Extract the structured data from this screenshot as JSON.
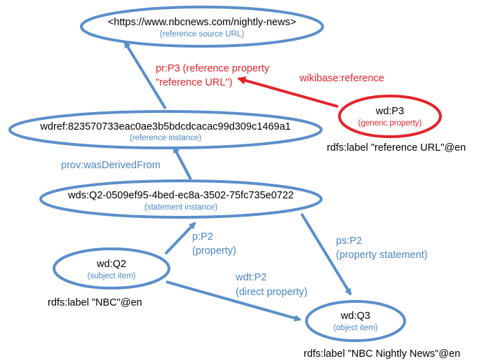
{
  "colors": {
    "blue": "#5b8fc9",
    "red": "#e3242b",
    "text": "#000000"
  },
  "nodes": {
    "ref_url": {
      "label": "<https://www.nbcnews.com/nightly-news>",
      "sub": "(reference source URL)"
    },
    "ref_instance": {
      "label": "wdref:823570733eac0ae3b5bdcdcacac99d309c1469a1",
      "sub": "(reference instance)"
    },
    "statement": {
      "label": "wds:Q2-0509ef95-4bed-ec8a-3502-75fc735e0722",
      "sub": "(statement instance)"
    },
    "subject": {
      "label": "wd:Q2",
      "sub": "(subject item)"
    },
    "object": {
      "label": "wd:Q3",
      "sub": "(object item)"
    },
    "generic_property": {
      "label": "wd:P3",
      "sub": "(generic property)"
    }
  },
  "edges": {
    "pr_p3": {
      "line1": "pr:P3 (reference property",
      "line2": "\"reference URL\")"
    },
    "wikibase_reference": {
      "line1": "wikibase:reference"
    },
    "was_derived_from": {
      "line1": "prov:wasDerivedFrom"
    },
    "p_p2": {
      "line1": "p:P2",
      "line2": "(property)"
    },
    "ps_p2": {
      "line1": "ps:P2",
      "line2": "(property statement)"
    },
    "wdt_p2": {
      "line1": "wdt:P2",
      "line2": "(direct property)"
    }
  },
  "labels": {
    "p3_label": "rdfs:label \"reference URL\"@en",
    "q2_label": "rdfs:label \"NBC\"@en",
    "q3_label": "rdfs:label \"NBC Nightly News\"@en"
  }
}
